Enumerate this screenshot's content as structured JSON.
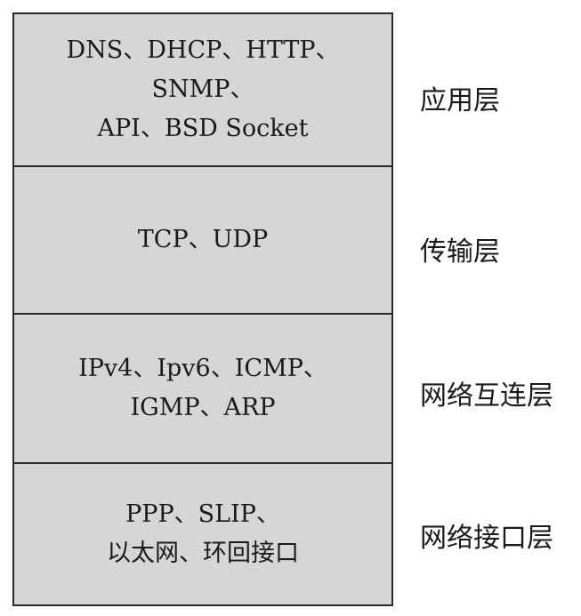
{
  "layers": [
    {
      "name": "应用层",
      "protocol_lines": [
        "DNS、DHCP、HTTP、",
        "SNMP、",
        "API、BSD Socket"
      ]
    },
    {
      "name": "传输层",
      "protocol_lines": [
        "TCP、UDP"
      ]
    },
    {
      "name": "网络互连层",
      "protocol_lines": [
        "IPv4、Ipv6、ICMP、",
        "IGMP、ARP"
      ]
    },
    {
      "name": "网络接口层",
      "protocol_lines": [
        "PPP、SLIP、",
        "以太网、环回接口"
      ]
    }
  ]
}
